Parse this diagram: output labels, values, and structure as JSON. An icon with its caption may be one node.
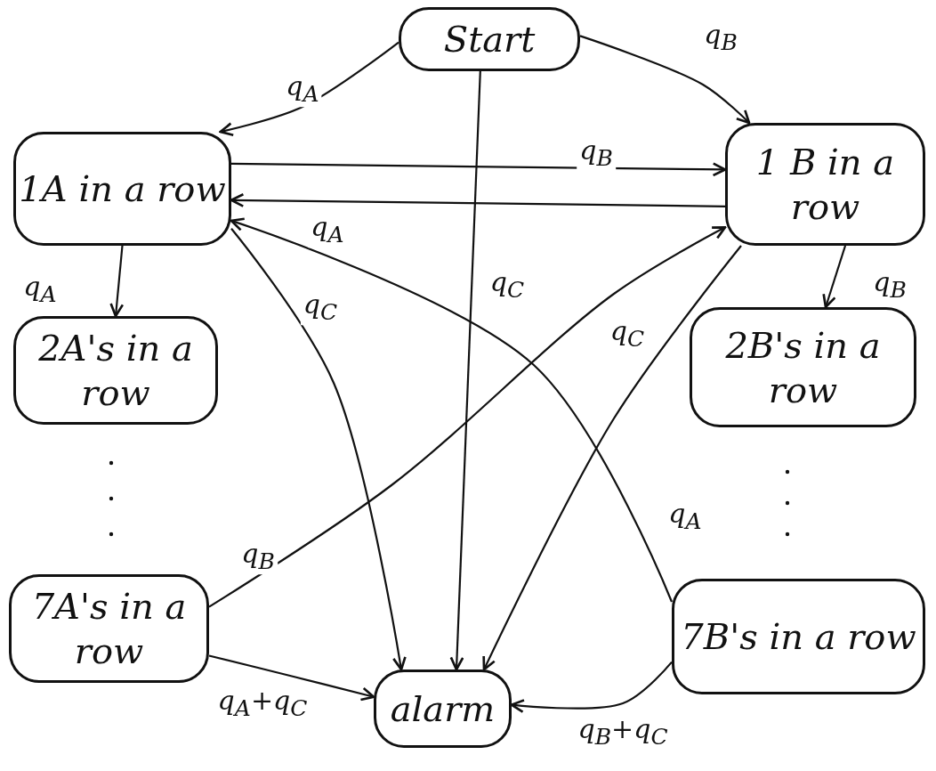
{
  "diagram": {
    "nodes": [
      {
        "text": [
          "Start"
        ]
      },
      {
        "text": [
          "1A in a row"
        ]
      },
      {
        "text": [
          "1 B in a row"
        ]
      },
      {
        "text": [
          "2A's in a row"
        ]
      },
      {
        "text": [
          "2B's in a row"
        ]
      },
      {
        "text": [
          "7A's in a row"
        ]
      },
      {
        "text": [
          "7B's in a row"
        ]
      },
      {
        "text": [
          "alarm"
        ]
      }
    ],
    "edges": [
      {
        "from": 0,
        "to": 1,
        "arrow": "to",
        "label": "q$_{A}$"
      },
      {
        "from": 0,
        "to": 2,
        "arrow": "to",
        "label": "q$_{B}$"
      },
      {
        "from": 0,
        "to": 7,
        "arrow": "to",
        "label": "q$_{C}$"
      },
      {
        "from": 1,
        "to": 2,
        "arrow": "to",
        "label": "q$_{B}$"
      },
      {
        "from": 2,
        "to": 1,
        "arrow": "to",
        "label": "q$_{A}$"
      },
      {
        "from": 1,
        "to": 3,
        "arrow": "to",
        "label": "q$_{A}$"
      },
      {
        "from": 2,
        "to": 4,
        "arrow": "to",
        "label": "q$_{B}$"
      },
      {
        "from": 1,
        "to": 7,
        "arrow": "to",
        "label": "q$_{C}$"
      },
      {
        "from": 2,
        "to": 7,
        "arrow": "to",
        "label": "q$_{C}$"
      },
      {
        "from": 5,
        "to": 2,
        "arrow": "to",
        "label": "q$_{B}$"
      },
      {
        "from": 6,
        "to": 1,
        "arrow": "to",
        "label": "q$_{A}$"
      },
      {
        "from": 5,
        "to": 7,
        "arrow": "to",
        "label": "q$_{A}$+q$_{C}$"
      },
      {
        "from": 6,
        "to": 7,
        "arrow": "to",
        "label": "q$_{B}$+q$_{C}$"
      }
    ]
  }
}
